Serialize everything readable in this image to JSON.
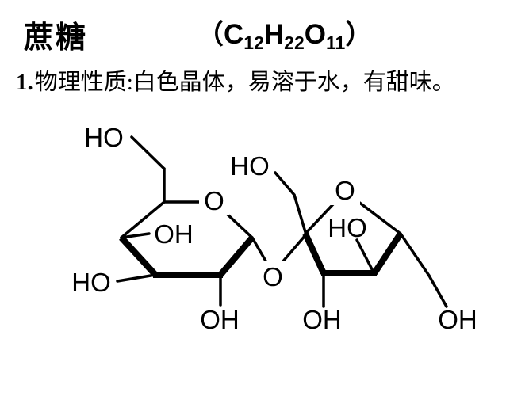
{
  "page": {
    "background": "#ffffff",
    "ink": "#000000"
  },
  "header": {
    "title": "蔗糖",
    "formula": {
      "open": "（",
      "c": "C",
      "c_sub": "12",
      "h": "H",
      "h_sub": "22",
      "o": "O",
      "o_sub": "11",
      "close": "）"
    }
  },
  "property_line": {
    "number": "1.",
    "text": "物理性质:白色晶体，易溶于水，有甜味。"
  },
  "structure": {
    "compound": "sucrose",
    "labels": [
      {
        "id": "glucose-c6-ho",
        "t": "HO"
      },
      {
        "id": "glucose-ring-o",
        "t": "O"
      },
      {
        "id": "glucose-c4-oh",
        "t": "OH"
      },
      {
        "id": "glucose-c3-ho",
        "t": "HO"
      },
      {
        "id": "glucose-c2-oh",
        "t": "OH"
      },
      {
        "id": "glycosidic-o",
        "t": "O"
      },
      {
        "id": "fructose-c1-ho",
        "t": "HO"
      },
      {
        "id": "fructose-ring-o",
        "t": "O"
      },
      {
        "id": "fructose-c3-ho",
        "t": "HO"
      },
      {
        "id": "fructose-c4-oh",
        "t": "OH"
      },
      {
        "id": "fructose-c6-oh",
        "t": "OH"
      }
    ]
  }
}
